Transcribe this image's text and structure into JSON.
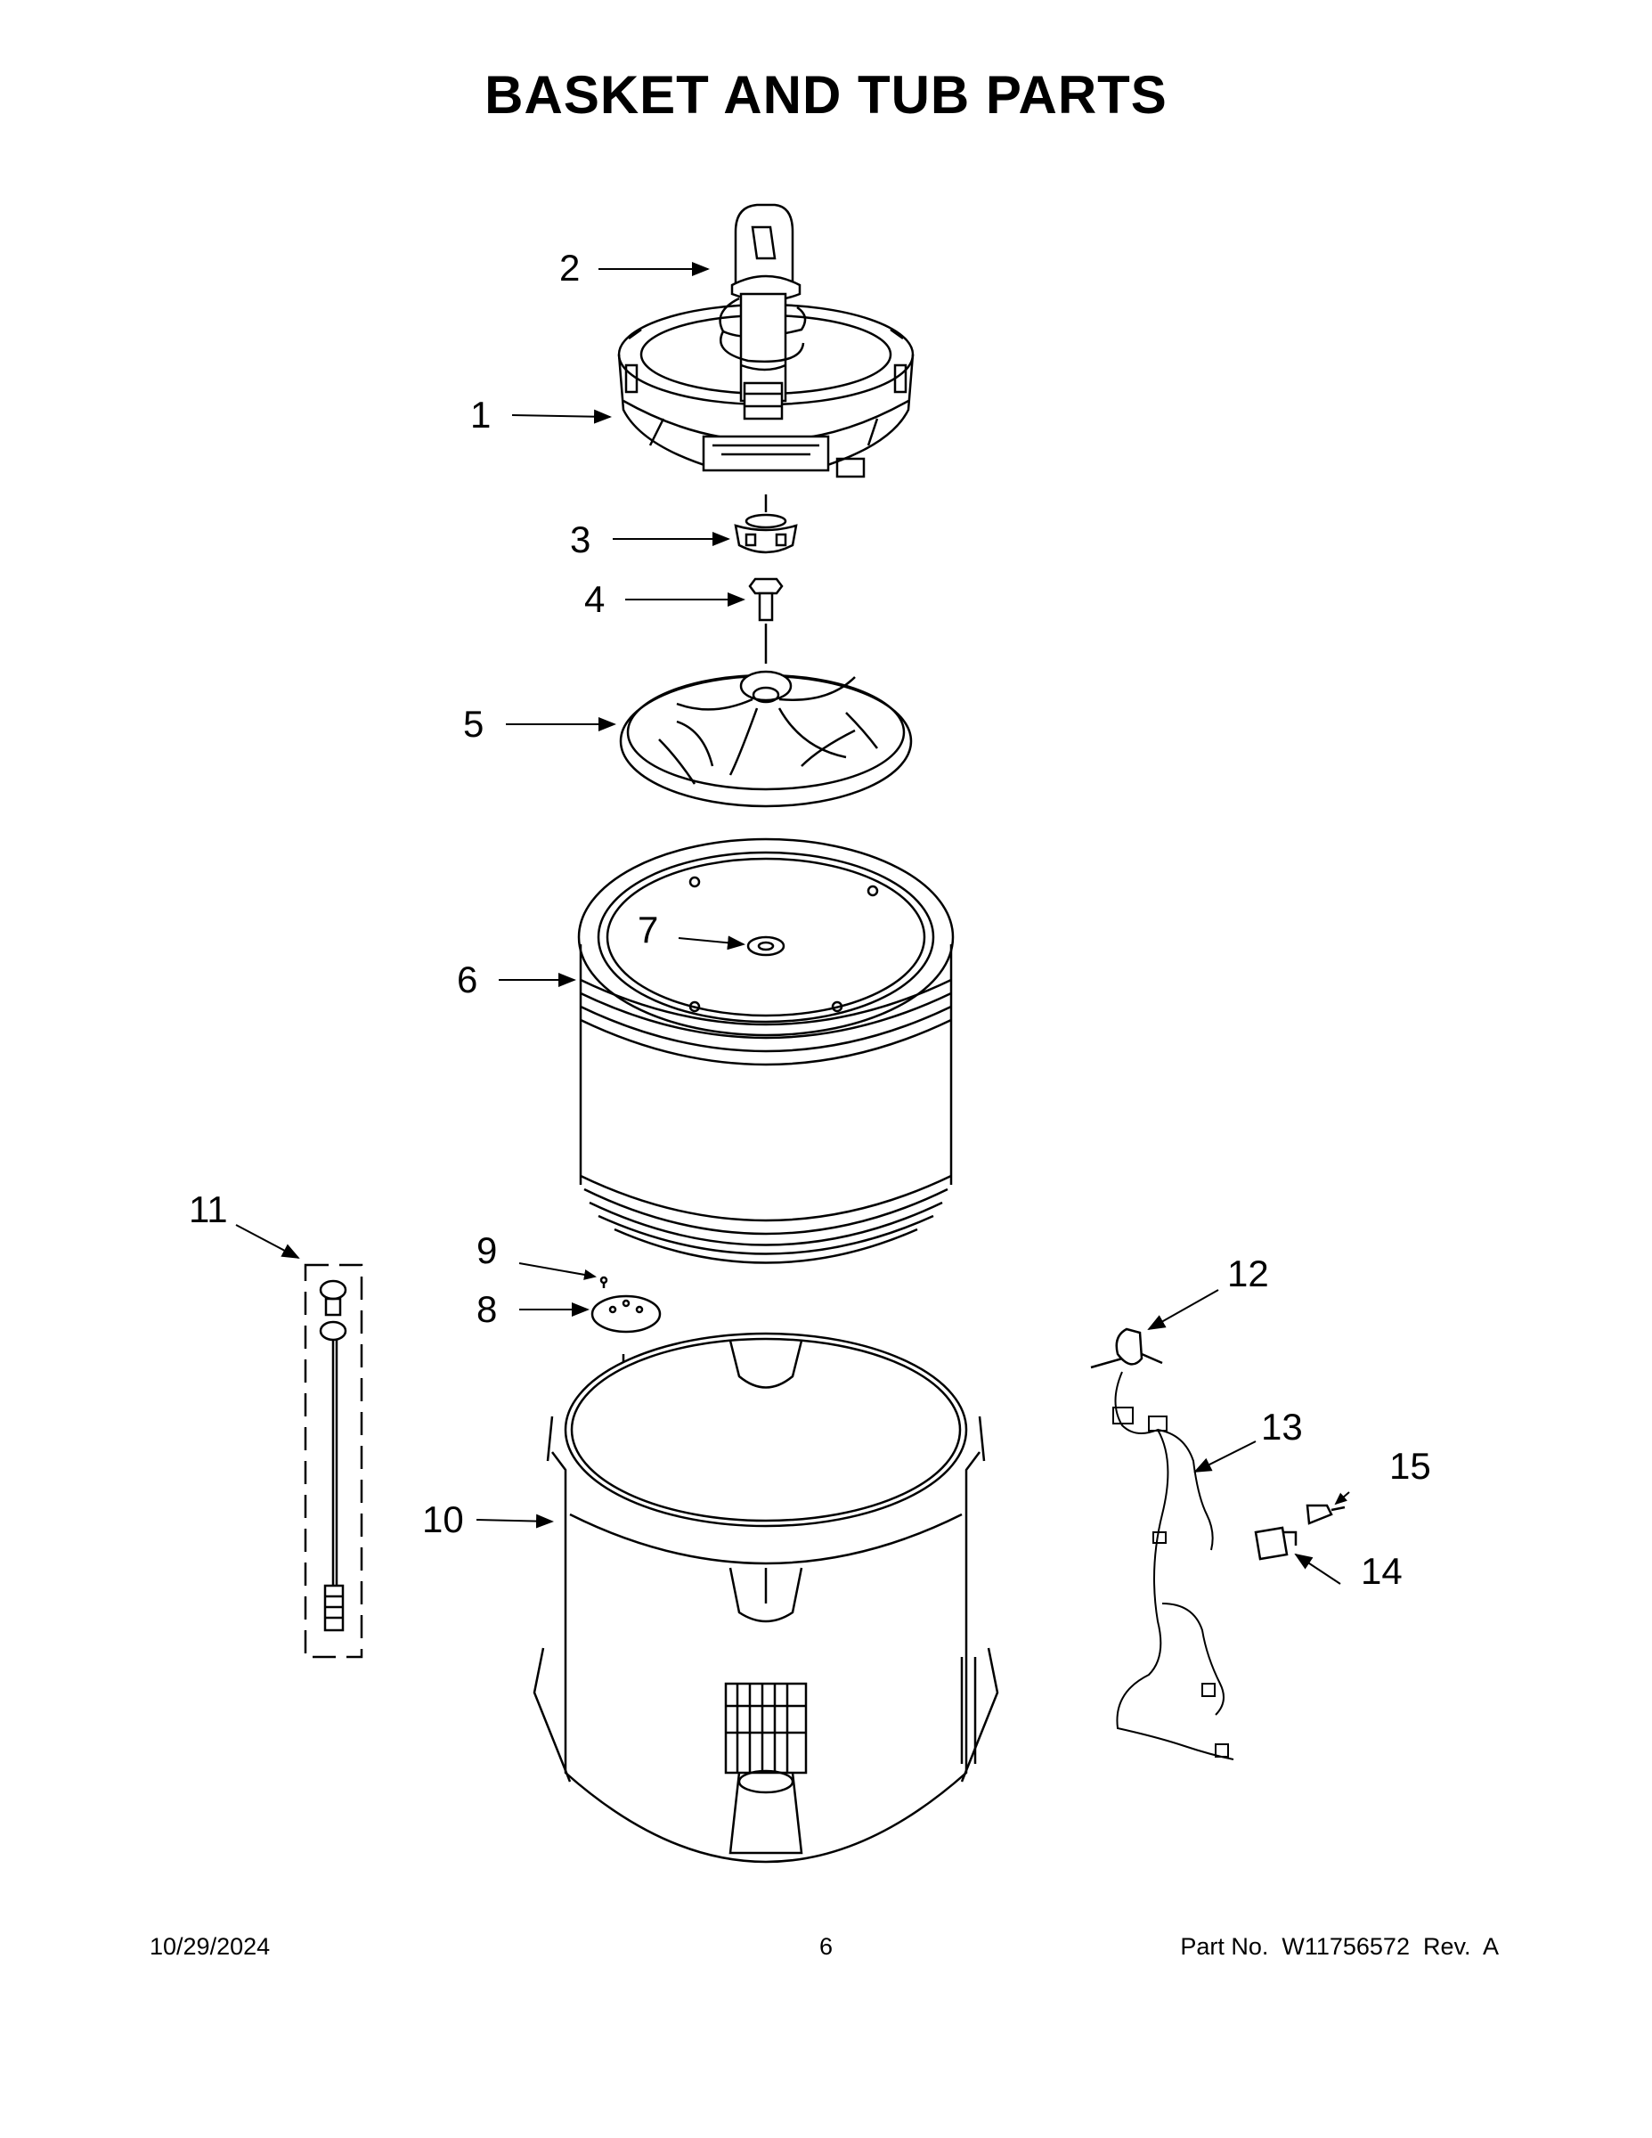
{
  "title": "BASKET AND TUB PARTS",
  "callouts": [
    "1",
    "2",
    "3",
    "4",
    "5",
    "6",
    "7",
    "8",
    "9",
    "10",
    "11",
    "12",
    "13",
    "14",
    "15"
  ],
  "footer": {
    "date": "10/29/2024",
    "page": "6",
    "part": "Part No.  W11756572  Rev.  A"
  }
}
